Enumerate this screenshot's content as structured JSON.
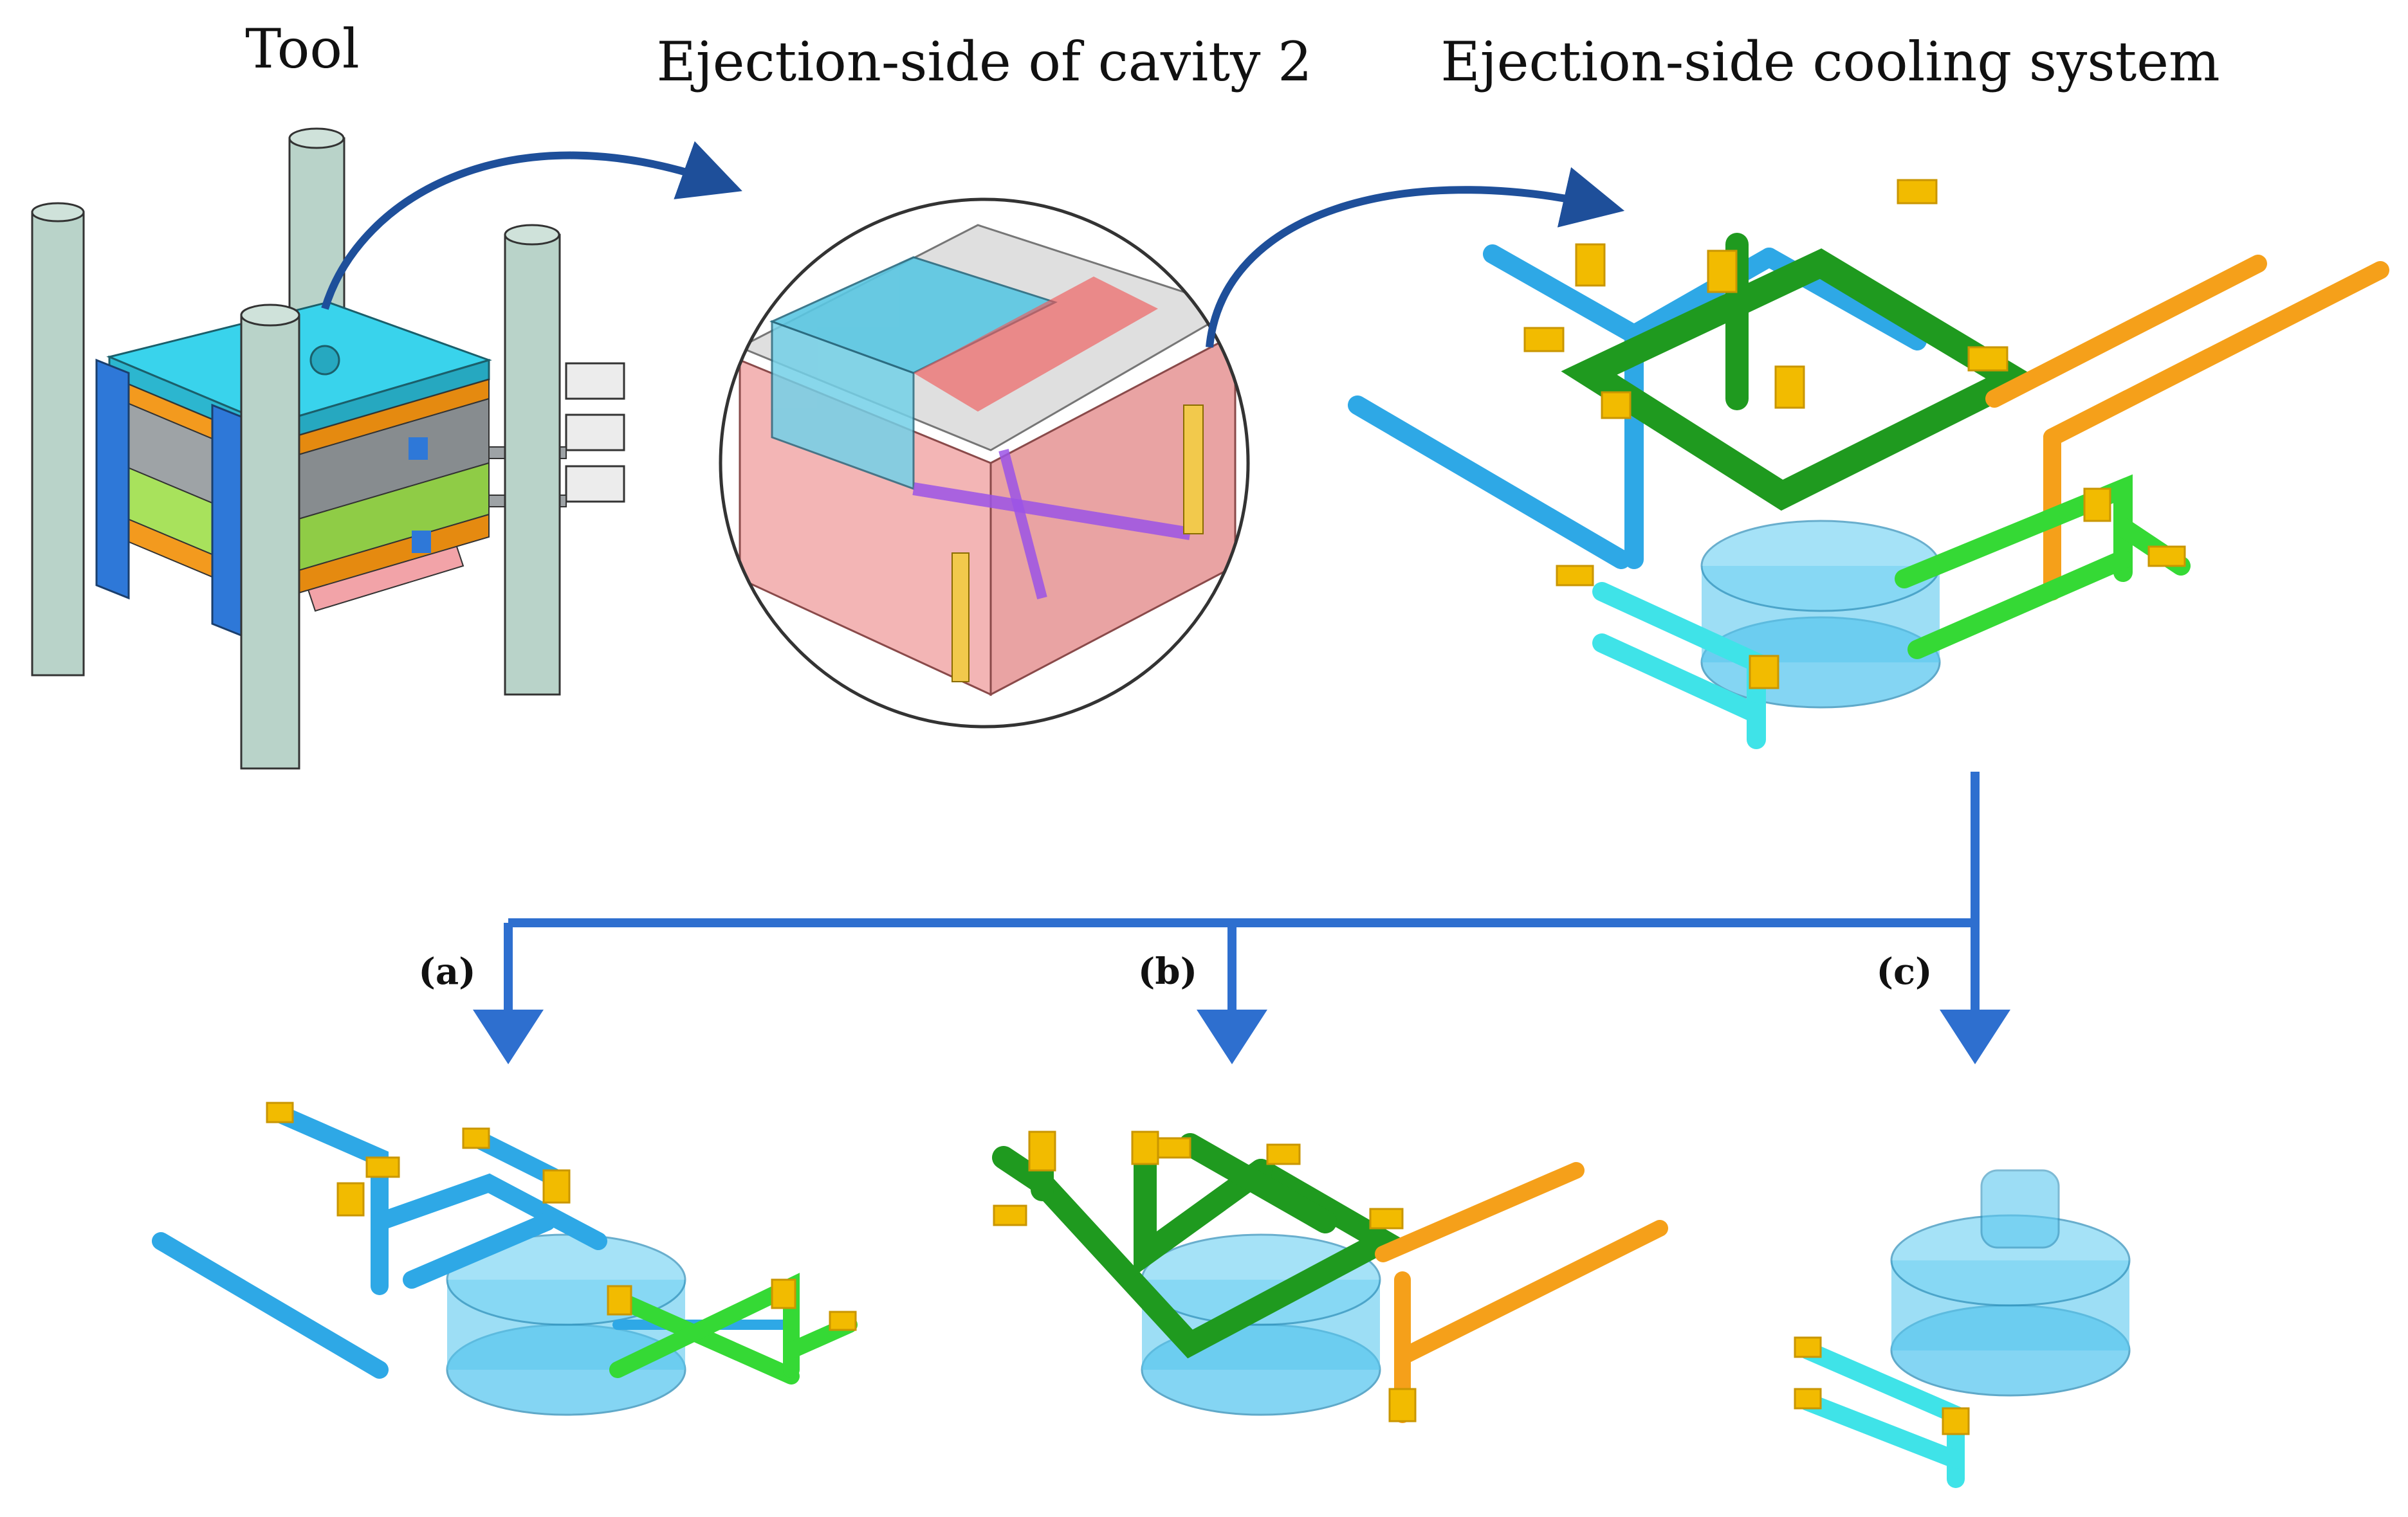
{
  "titles": {
    "tool": "Tool",
    "cavity": "Ejection-side of cavity 2",
    "cooling": "Ejection-side cooling system"
  },
  "subsets": {
    "a": "(a)",
    "b": "(b)",
    "c": "(c)"
  },
  "colors": {
    "arrow": "#2e6fcf",
    "guide_pillar": "#b9d3c9",
    "plate_cyan": "#39d3ec",
    "plate_orange": "#f39a1e",
    "plate_grey": "#9ea3a6",
    "plate_green": "#a8e25c",
    "pipe_blue": "#2ea8e6",
    "pipe_darkgreen": "#1f9a1f",
    "pipe_lightgreen": "#35d935",
    "pipe_orange": "#f5a01a",
    "pipe_cyan": "#3fe3e8",
    "pipe_yellow": "#f2bb00",
    "part_blue": "#5cc8ef"
  }
}
